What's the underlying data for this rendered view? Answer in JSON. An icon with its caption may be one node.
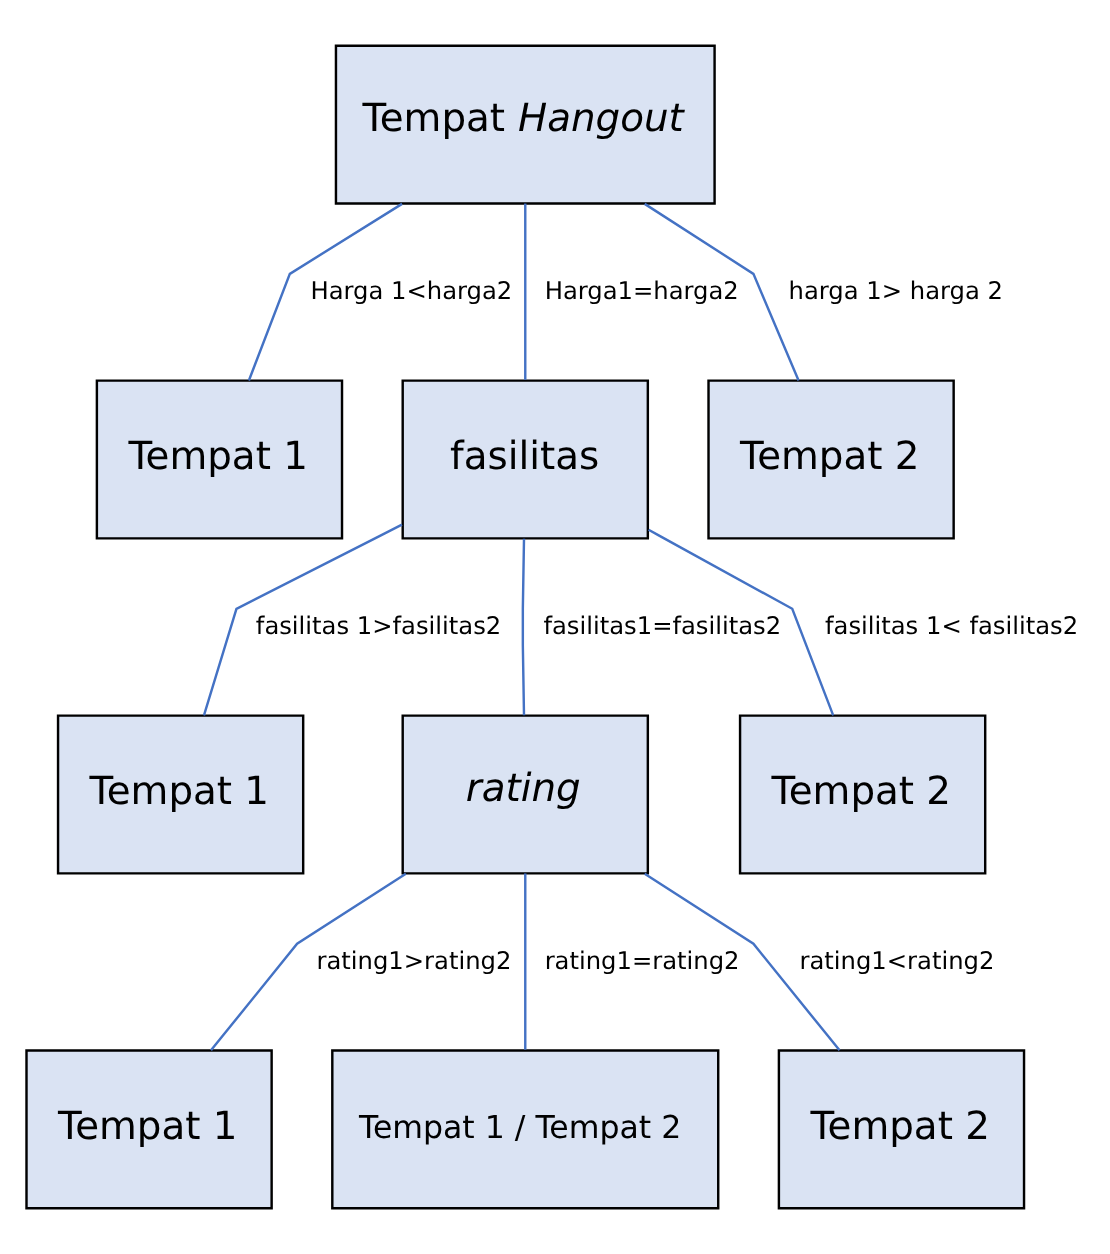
{
  "diagram": {
    "nodes": [
      {
        "text": [
          "Tempat *Hangout*"
        ]
      },
      {
        "text": [
          "Tempat 1"
        ]
      },
      {
        "text": [
          "fasilitas"
        ]
      },
      {
        "text": [
          "Tempat 2"
        ]
      },
      {
        "text": [
          "Tempat 1"
        ]
      },
      {
        "text": [
          "*rating*"
        ]
      },
      {
        "text": [
          "Tempat 2"
        ]
      },
      {
        "text": [
          "Tempat 1"
        ]
      },
      {
        "text": [
          "Tempat 1 / Tempat 2"
        ]
      },
      {
        "text": [
          "Tempat 2"
        ]
      }
    ],
    "edges": [
      {
        "from": 0,
        "to": 1,
        "arrow": "none",
        "label": "Harga 1<harga2"
      },
      {
        "from": 0,
        "to": 2,
        "arrow": "none",
        "label": "Harga1=harga2"
      },
      {
        "from": 0,
        "to": 3,
        "arrow": "none",
        "label": "harga 1> harga 2"
      },
      {
        "from": 2,
        "to": 4,
        "arrow": "none",
        "label": "fasilitas 1>fasilitas2"
      },
      {
        "from": 2,
        "to": 5,
        "arrow": "none",
        "label": "fasilitas1=fasilitas2"
      },
      {
        "from": 2,
        "to": 6,
        "arrow": "none",
        "label": "fasilitas 1< fasilitas2"
      },
      {
        "from": 5,
        "to": 7,
        "arrow": "none",
        "label": "rating1>rating2"
      },
      {
        "from": 5,
        "to": 8,
        "arrow": "none",
        "label": "rating1=rating2"
      },
      {
        "from": 5,
        "to": 9,
        "arrow": "none",
        "label": "rating1<rating2"
      }
    ]
  }
}
